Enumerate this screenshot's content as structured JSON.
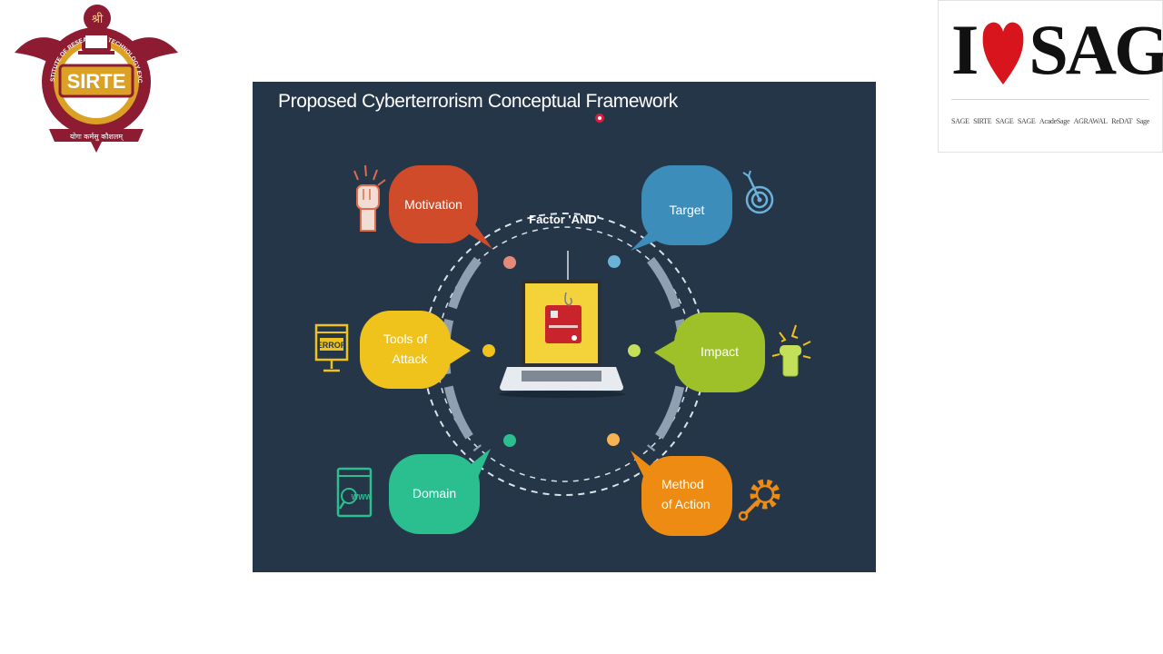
{
  "logo_left": {
    "name": "SIRTE",
    "top_text": "श्री",
    "arc_text": "SAGAR INSTITUTE OF RESEARCH & TECHNOLOGY EXCELLENCE",
    "motto": "योगः कर्मसु कौशलम्"
  },
  "logo_right": {
    "i_letter": "I",
    "brand": "SAGE",
    "sub_brands": [
      "SAGE",
      "SIRTE",
      "SAGE",
      "SAGE",
      "AcadeSage",
      "AGRAWAL",
      "ReDAT",
      "Sage"
    ]
  },
  "slide": {
    "title": "Proposed Cyberterrorism Conceptual Framework",
    "center_label": "Factor 'AND'",
    "nodes": {
      "motivation": "Motivation",
      "tools_line1": "Tools of",
      "tools_line2": "Attack",
      "domain": "Domain",
      "target": "Target",
      "impact": "Impact",
      "method_line1": "Method",
      "method_line2": "of Action"
    },
    "error_sign": "ERROR",
    "www_sign": "WWW"
  },
  "colors": {
    "slide_bg": "#253649",
    "motivation": "#cf4b2a",
    "tools": "#efc21c",
    "domain": "#2bbf8f",
    "target": "#3d8dbb",
    "impact": "#9ec12a",
    "method": "#ee8b13",
    "brand_red": "#8d1c33",
    "gold": "#dba124"
  }
}
